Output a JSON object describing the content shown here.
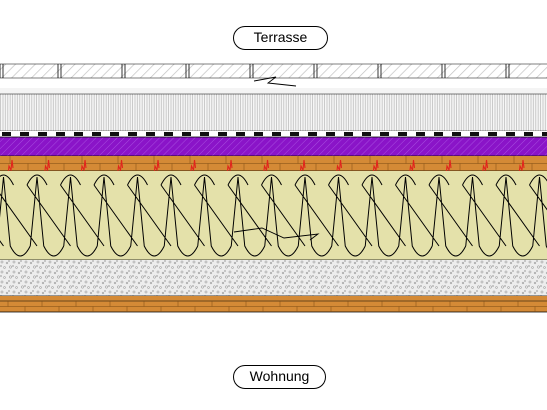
{
  "labels": {
    "top": "Terrasse",
    "bottom": "Wohnung"
  },
  "colors": {
    "background": "#ffffff",
    "line": "#000000",
    "paving_hatch": "#c8c8c8",
    "bedding": "#f4f4f4",
    "membrane_purple": "#8a14c8",
    "timber": "#d48a36",
    "insulation": "#e4e1aa",
    "screed": "#ebebeb",
    "fastener_red": "#e0241c"
  },
  "icons": {
    "insulation_symbol": "insulation-zigzag-symbol",
    "break_marks": "break-line-symbol"
  }
}
